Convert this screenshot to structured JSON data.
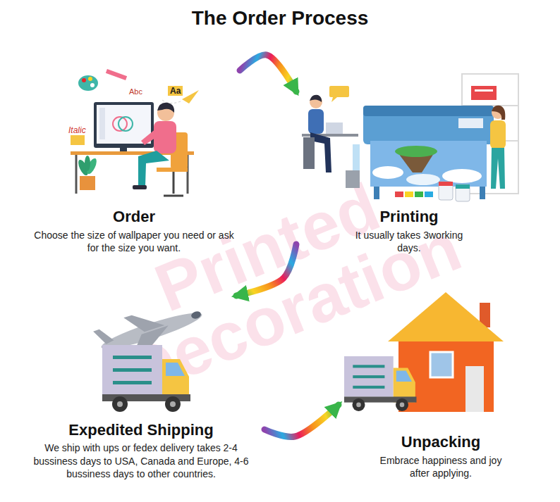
{
  "diagram": {
    "title": "The Order Process",
    "nodes": [
      {
        "text": [
          "Order",
          "Choose the size of wallpaper you need or ask for the size you want."
        ]
      },
      {
        "text": [
          "Printing",
          "It usually takes 3working days."
        ]
      },
      {
        "text": [
          "Expedited Shipping",
          "We ship with ups or fedex delivery takes 2-4 bussiness days to USA, Canada and Europe, 4-6 bussiness days to other countries."
        ]
      },
      {
        "text": [
          "Unpacking",
          "Embrace happiness and joy after applying."
        ]
      }
    ],
    "edges": [
      {
        "from": 0,
        "to": 1,
        "arrow": "to"
      },
      {
        "from": 1,
        "to": 2,
        "arrow": "to"
      },
      {
        "from": 2,
        "to": 3,
        "arrow": "to"
      }
    ],
    "labels": [
      "Abc",
      "Aa",
      "Italic",
      "Printed Decoration"
    ]
  }
}
